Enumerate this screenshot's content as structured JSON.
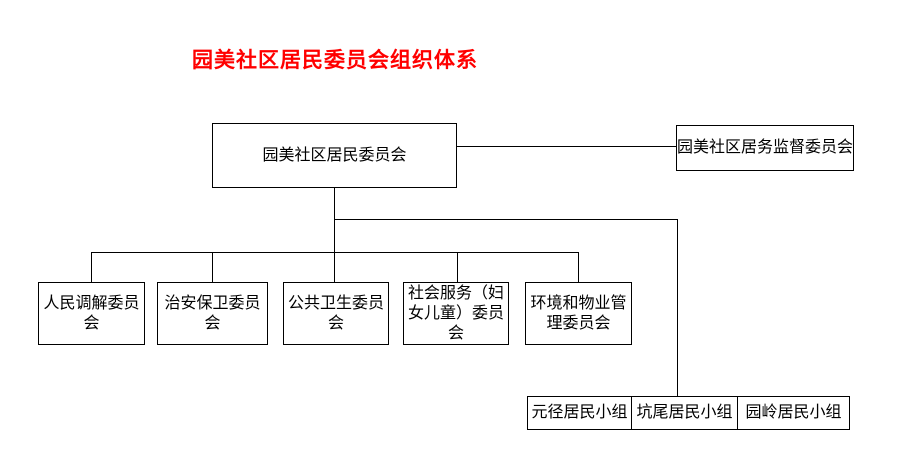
{
  "title": "园美社区居民委员会组织体系",
  "org": {
    "root": {
      "label": "园美社区居民委员会"
    },
    "supervisor": {
      "label": "园美社区居务监督委员会"
    },
    "committees": [
      {
        "label": "人民调解委员会"
      },
      {
        "label": "治安保卫委员会"
      },
      {
        "label": "公共卫生委员会"
      },
      {
        "label": "社会服务（妇女儿童）委员会"
      },
      {
        "label": "环境和物业管理委员会"
      }
    ],
    "resident_groups": [
      {
        "label": "元径居民小组"
      },
      {
        "label": "坑尾居民小组"
      },
      {
        "label": "园岭居民小组"
      }
    ]
  },
  "colors": {
    "title_text": "#ff0000",
    "box_border": "#000000",
    "box_text": "#000000",
    "line": "#000000",
    "background": "#ffffff"
  }
}
